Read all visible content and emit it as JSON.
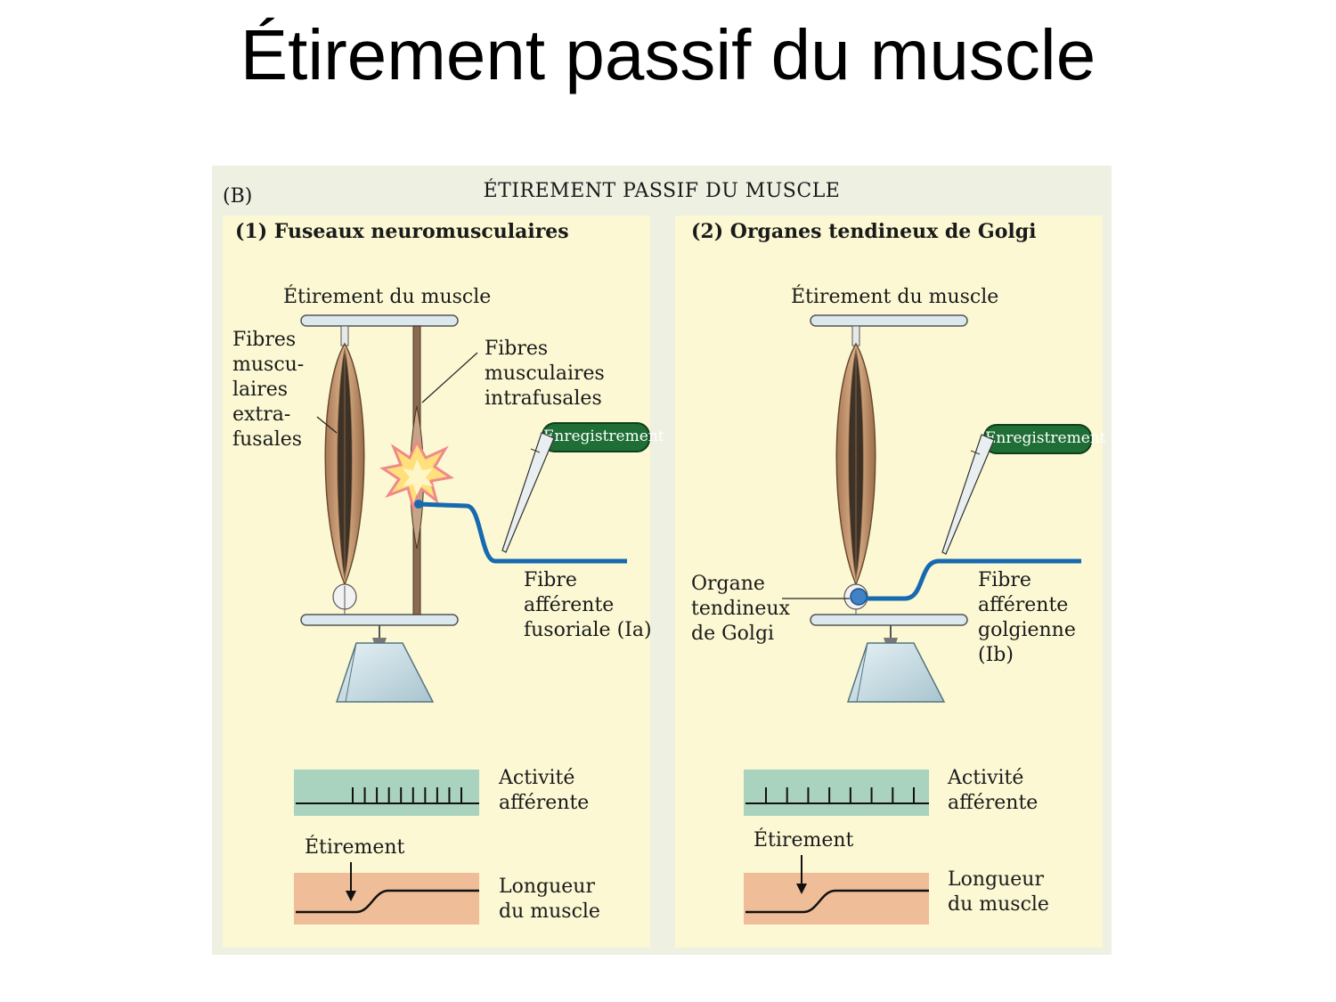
{
  "slide_title": "Étirement passif du muscle",
  "figure": {
    "label": "(B)",
    "title": "ÉTIREMENT PASSIF DU MUSCLE",
    "left": {
      "heading": "(1)  Fuseaux neuromusculaires",
      "stretch_label": "Étirement du muscle",
      "extrafusal_label": [
        "Fibres",
        "muscu-",
        "laires",
        "extra-",
        "fusales"
      ],
      "intrafusal_label": [
        "Fibres",
        "musculaires",
        "intrafusales"
      ],
      "recording": "Enregistrement",
      "afferent_label": [
        "Fibre",
        "afférente",
        "fusoriale (Ia)"
      ],
      "activity_label": [
        "Activité",
        "afférente"
      ],
      "stretch_marker": "Étirement",
      "length_label": [
        "Longueur",
        "du muscle"
      ],
      "spikes": 10
    },
    "right": {
      "heading": "(2)  Organes tendineux de Golgi",
      "stretch_label": "Étirement du muscle",
      "recording": "Enregistrement",
      "organ_label": [
        "Organe",
        "tendineux",
        "de Golgi"
      ],
      "afferent_label": [
        "Fibre",
        "afférente",
        "golgienne",
        "(Ib)"
      ],
      "activity_label": [
        "Activité",
        "afférente"
      ],
      "stretch_marker": "Étirement",
      "length_label": [
        "Longueur",
        "du muscle"
      ],
      "spikes": 8
    }
  },
  "colors": {
    "panel": "#fbf8d3",
    "muscle": "#c9a07a",
    "nerve": "#1769b0",
    "badge": "#1f6e35",
    "trace_green": "#a9d2bf",
    "trace_peach": "#efbd97"
  }
}
